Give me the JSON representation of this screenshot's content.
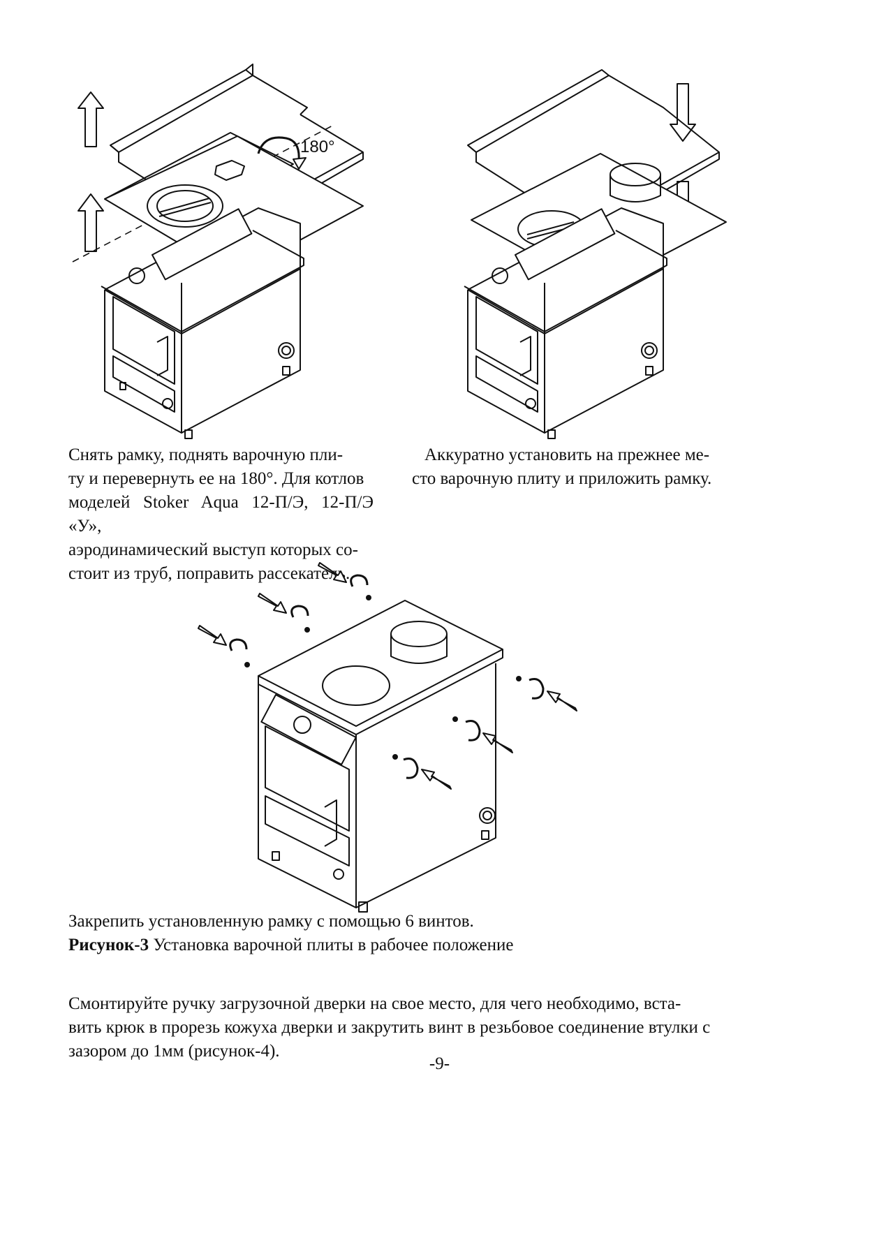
{
  "figures": {
    "top_left": {
      "rotation_label": "180°"
    }
  },
  "captions": {
    "left_lines": [
      "Снять рамку, поднять варочную пли-",
      "ту и перевернуть ее на 180°. Для котлов",
      "моделей Stoker Aqua 12-П/Э, 12-П/Э «У»,",
      "аэродинамический выступ которых со-",
      "стоит из труб, поправить рассекатель."
    ],
    "right_lines": [
      "Аккуратно установить на прежнее ме-",
      "сто варочную плиту и приложить рамку."
    ],
    "bottom_line": "Закрепить установленную рамку с помощью 6 винтов.",
    "figure_label": "Рисунок-3",
    "figure_title": " Установка варочной плиты в рабочее положение"
  },
  "body_text": {
    "lines": [
      "Смонтируйте ручку загрузочной дверки на свое место, для чего необходимо, вста-",
      "вить крюк в прорезь кожуха дверки и закрутить винт в резьбовое соединение втулки с",
      "зазором до 1мм (рисунок-4)."
    ]
  },
  "page_number": "-9-"
}
